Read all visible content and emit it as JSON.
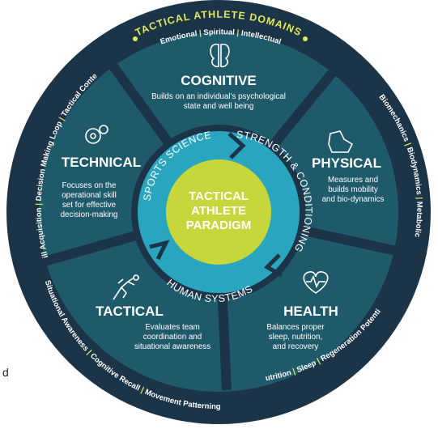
{
  "outer_ring": {
    "title": "TACTICAL ATHLETE DOMAINS",
    "top_tags": [
      "Emotional",
      "Spiritual",
      "Intellectual"
    ],
    "right_tags": [
      "Biomechanics",
      "Biodynamics",
      "Metabolic"
    ],
    "bottom_right_tags": [
      "Nutrition",
      "Sleep",
      "Regeneration Potential"
    ],
    "bottom_left_tags": [
      "Situational Awareness",
      "Cognitive Recall",
      "Movement Patterning"
    ],
    "left_tags": [
      "Skill Acquisition",
      "Decision Making Loop",
      "Tactical Context"
    ]
  },
  "domains": {
    "cognitive": {
      "title": "COGNITIVE",
      "desc_lines": [
        "Builds on an individual's psychological",
        "state and well being"
      ],
      "icon": "brain-icon"
    },
    "physical": {
      "title": "PHYSICAL",
      "desc_lines": [
        "Measures and",
        "builds mobility",
        "and bio-dynamics"
      ],
      "icon": "flexed-arm-icon"
    },
    "health": {
      "title": "HEALTH",
      "desc_lines": [
        "Balances proper",
        "sleep, nutrition,",
        "and recovery"
      ],
      "icon": "heartbeat-icon"
    },
    "tactical": {
      "title": "TACTICAL",
      "desc_lines": [
        "Evaluates team",
        "coordination and",
        "situational awareness"
      ],
      "icon": "runner-icon"
    },
    "technical": {
      "title": "TECHNICAL",
      "desc_lines": [
        "Focuses on the",
        "operational skill",
        "set for effective",
        "decision-making"
      ],
      "icon": "gears-icon"
    }
  },
  "inner_band": {
    "sports_science": "SPORTS SCIENCE",
    "strength_conditioning": "STRENGTH & CONDITIONING",
    "human_systems": "HUMAN SYSTEMS"
  },
  "core": {
    "lines": [
      "TACTICAL",
      "ATHLETE",
      "PARADIGM"
    ]
  },
  "stray_text": "d",
  "colors": {
    "outer_ring": "#1c3447",
    "domain_fill": "#1f5a6b",
    "divider": "#1c3447",
    "band": "#2aa5c0",
    "core": "#c7d63a",
    "accent": "#dfe85a"
  }
}
